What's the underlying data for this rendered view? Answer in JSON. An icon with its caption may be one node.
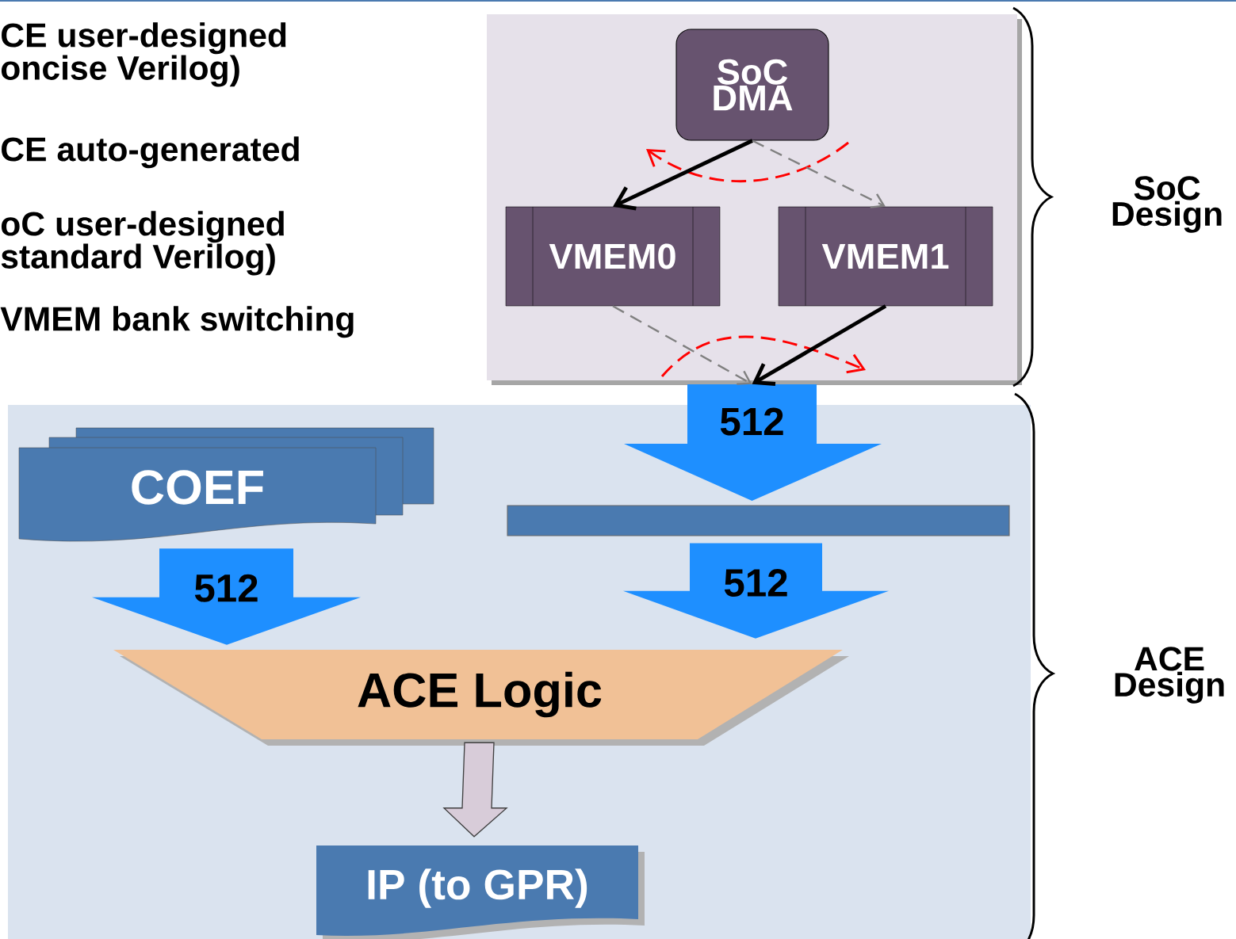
{
  "diagram": {
    "nodes": [
      {
        "text": [],
        "shape": "box"
      },
      {
        "text": [
          "SoC DMA"
        ],
        "in": 0
      },
      {
        "text": [
          "VMEM0"
        ],
        "in": 0
      },
      {
        "text": [
          "VMEM1"
        ],
        "in": 0
      },
      {
        "text": [],
        "shape": "box"
      },
      {
        "text": [
          "512"
        ],
        "in": 4
      },
      {
        "text": [],
        "shape": "bar",
        "in": 4
      },
      {
        "text": [
          "COEF"
        ],
        "in": 4
      },
      {
        "text": [
          "ACE Logic"
        ],
        "in": 4
      },
      {
        "text": [
          "IP (to GPR)"
        ],
        "in": 4
      }
    ],
    "edges": [
      {
        "from": 1,
        "to": 2,
        "arrow": "to",
        "style": "thick"
      },
      {
        "from": 1,
        "to": 3,
        "arrow": "to",
        "style": "dashed",
        "color": "#808080"
      },
      {
        "from": 2,
        "to": 5,
        "arrow": "to",
        "style": "dashed",
        "color": "#808080"
      },
      {
        "from": 3,
        "to": 5,
        "arrow": "to",
        "style": "thick"
      },
      {
        "from": 8,
        "to": 9,
        "arrow": "to"
      },
      {
        "from": 7,
        "to": 8,
        "arrow": "to",
        "label": "512",
        "color": "#1e8fff"
      },
      {
        "from": 6,
        "to": 8,
        "arrow": "to",
        "label": "512",
        "color": "#1e8fff"
      }
    ],
    "labels": [
      "CE user-designed oncise Verilog)",
      "CE auto-generated",
      "oC user-designed standard Verilog)",
      "VMEM bank switching",
      "SoC Design",
      "ACE Design"
    ]
  }
}
